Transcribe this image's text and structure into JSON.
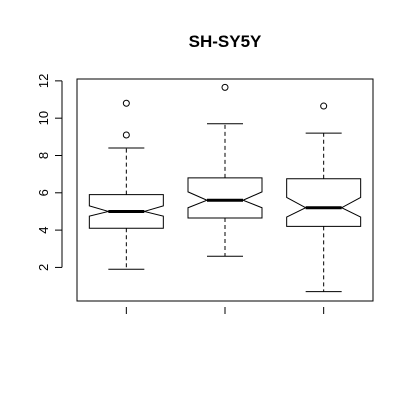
{
  "chart_data": {
    "type": "boxplot",
    "title": "SH-SY5Y",
    "xlabel": "",
    "ylabel": "",
    "notched": true,
    "ylim": [
      0.2,
      12.1
    ],
    "y_ticks": [
      2,
      4,
      6,
      8,
      10,
      12
    ],
    "boxes": [
      {
        "whisker_low": 1.9,
        "q1": 4.1,
        "median": 5.0,
        "q3": 5.9,
        "whisker_high": 8.4,
        "notch_low": 4.75,
        "notch_high": 5.3,
        "outliers": [
          9.1,
          10.8
        ]
      },
      {
        "whisker_low": 2.6,
        "q1": 4.65,
        "median": 5.6,
        "q3": 6.8,
        "whisker_high": 9.7,
        "notch_low": 5.2,
        "notch_high": 6.05,
        "outliers": [
          11.65
        ]
      },
      {
        "whisker_low": 0.7,
        "q1": 4.2,
        "median": 5.2,
        "q3": 6.75,
        "whisker_high": 9.2,
        "notch_low": 4.7,
        "notch_high": 5.75,
        "outliers": [
          10.65
        ]
      }
    ],
    "grid": false,
    "colors": {
      "box_fill": "#ffffff",
      "stroke": "#000000"
    }
  }
}
